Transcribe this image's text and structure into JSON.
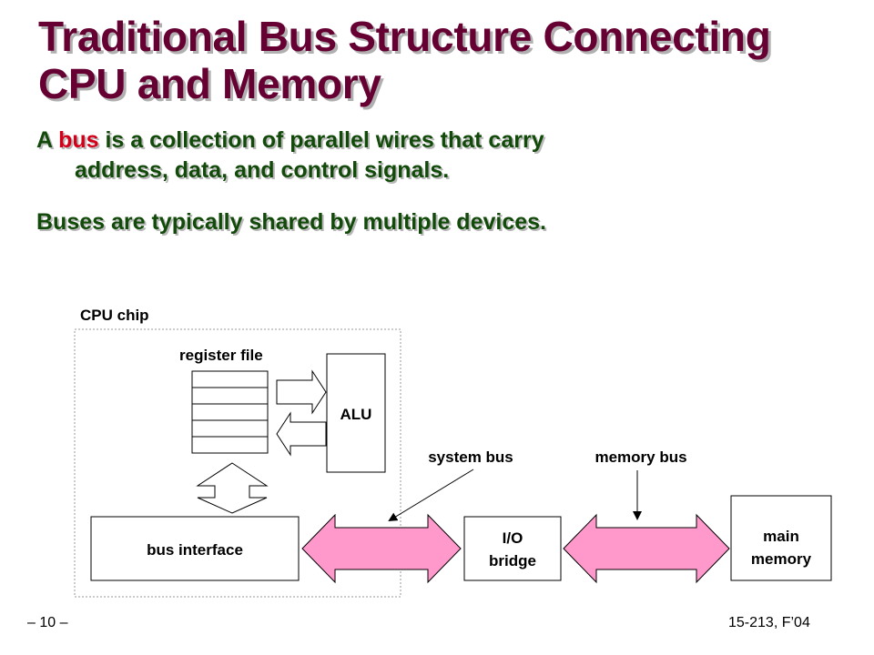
{
  "slide": {
    "title_line1": "Traditional Bus Structure Connecting",
    "title_line2": "CPU and Memory",
    "bullet1_pre": "A ",
    "bullet1_highlight": "bus",
    "bullet1_post": " is a collection of parallel wires that carry",
    "bullet1_cont": "address, data, and control signals.",
    "bullet2": "Buses are typically shared by multiple devices."
  },
  "diagram": {
    "cpu_chip_label": "CPU chip",
    "register_file_label": "register file",
    "alu_label": "ALU",
    "bus_interface_label": "bus interface",
    "system_bus_label": "system bus",
    "memory_bus_label": "memory bus",
    "io_bridge_line1": "I/O",
    "io_bridge_line2": "bridge",
    "main_memory_line1": "main",
    "main_memory_line2": "memory",
    "bus_color": "#ff99cc"
  },
  "footer": {
    "page": "– 10 –",
    "course": "15-213, F’04"
  }
}
